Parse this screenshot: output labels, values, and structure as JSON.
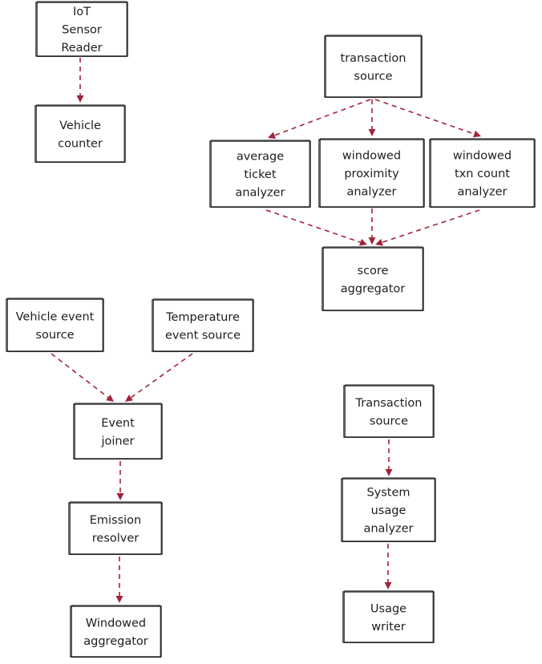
{
  "diagram": {
    "accent_color": "#a0253a",
    "nodes": [
      {
        "id": "iot_sensor_reader",
        "lines": [
          "IoT",
          "Sensor",
          "Reader"
        ]
      },
      {
        "id": "vehicle_counter",
        "lines": [
          "Vehicle",
          "counter"
        ]
      },
      {
        "id": "transaction_source_top",
        "lines": [
          "transaction",
          "source"
        ]
      },
      {
        "id": "average_ticket_analyzer",
        "lines": [
          "average",
          "ticket",
          "analyzer"
        ]
      },
      {
        "id": "windowed_proximity_analyzer",
        "lines": [
          "windowed",
          "proximity",
          "analyzer"
        ]
      },
      {
        "id": "windowed_txn_count_analyzer",
        "lines": [
          "windowed",
          "txn count",
          "analyzer"
        ]
      },
      {
        "id": "score_aggregator",
        "lines": [
          "score",
          "aggregator"
        ]
      },
      {
        "id": "vehicle_event_source",
        "lines": [
          "Vehicle event",
          "source"
        ]
      },
      {
        "id": "temperature_event_source",
        "lines": [
          "Temperature",
          "event source"
        ]
      },
      {
        "id": "event_joiner",
        "lines": [
          "Event",
          "joiner"
        ]
      },
      {
        "id": "emission_resolver",
        "lines": [
          "Emission",
          "resolver"
        ]
      },
      {
        "id": "windowed_aggregator",
        "lines": [
          "Windowed",
          "aggregator"
        ]
      },
      {
        "id": "transaction_source_bottom",
        "lines": [
          "Transaction",
          "source"
        ]
      },
      {
        "id": "system_usage_analyzer",
        "lines": [
          "System",
          "usage",
          "analyzer"
        ]
      },
      {
        "id": "usage_writer",
        "lines": [
          "Usage",
          "writer"
        ]
      }
    ],
    "edges": [
      {
        "from": "iot_sensor_reader",
        "to": "vehicle_counter"
      },
      {
        "from": "transaction_source_top",
        "to": "average_ticket_analyzer"
      },
      {
        "from": "transaction_source_top",
        "to": "windowed_proximity_analyzer"
      },
      {
        "from": "transaction_source_top",
        "to": "windowed_txn_count_analyzer"
      },
      {
        "from": "average_ticket_analyzer",
        "to": "score_aggregator"
      },
      {
        "from": "windowed_proximity_analyzer",
        "to": "score_aggregator"
      },
      {
        "from": "windowed_txn_count_analyzer",
        "to": "score_aggregator"
      },
      {
        "from": "vehicle_event_source",
        "to": "event_joiner"
      },
      {
        "from": "temperature_event_source",
        "to": "event_joiner"
      },
      {
        "from": "event_joiner",
        "to": "emission_resolver"
      },
      {
        "from": "emission_resolver",
        "to": "windowed_aggregator"
      },
      {
        "from": "transaction_source_bottom",
        "to": "system_usage_analyzer"
      },
      {
        "from": "system_usage_analyzer",
        "to": "usage_writer"
      }
    ]
  }
}
